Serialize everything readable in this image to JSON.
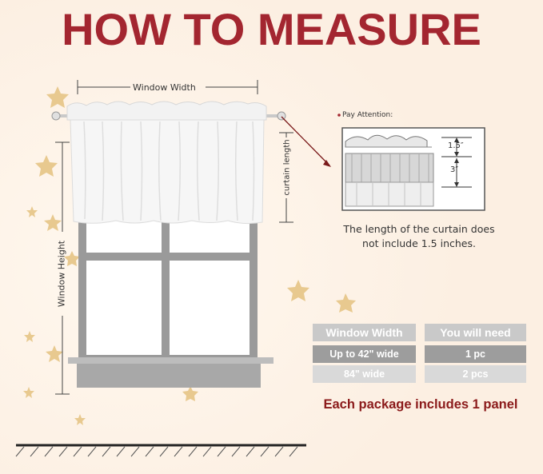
{
  "title": "HOW TO MEASURE",
  "labels": {
    "window_width": "Window Width",
    "window_height": "Window Height",
    "curtain_length": "curtain length"
  },
  "attention": {
    "heading": "Pay Attention:",
    "top_measure": "1.5″",
    "bottom_measure": "3″",
    "note_line1": "The length of the curtain does",
    "note_line2": "not include 1.5 inches."
  },
  "size_table": {
    "headers": [
      "Window Width",
      "You will need"
    ],
    "rows": [
      [
        "Up to 42\" wide",
        "1 pc"
      ],
      [
        "84\" wide",
        "2 pcs"
      ]
    ]
  },
  "package_note": "Each package includes 1 panel",
  "colors": {
    "title": "#a32630",
    "background": "#fcefe2",
    "package_note": "#8b1a1a",
    "table_header": "#c9c9c9",
    "table_row1": "#9d9d9d",
    "table_row2": "#d9d9d9",
    "star": "#e8c98f"
  }
}
